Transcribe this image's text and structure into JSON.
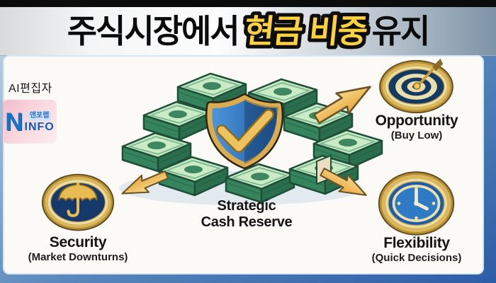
{
  "title": {
    "prefix": "주식시장에서",
    "highlight": "현금 비중",
    "suffix": "유지"
  },
  "watermark": {
    "editor": "AI편집자",
    "logo_letter": "N",
    "logo_korean": "앤포랩",
    "logo_info": "INFO"
  },
  "diagram": {
    "center_label_line1": "Strategic",
    "center_label_line2": "Cash Reserve",
    "nodes": {
      "opportunity": {
        "label": "Opportunity",
        "sublabel": "(Buy Low)",
        "icon": "target-icon"
      },
      "security": {
        "label": "Security",
        "sublabel": "(Market Downturns)",
        "icon": "umbrella-icon"
      },
      "flexibility": {
        "label": "Flexibility",
        "sublabel": "(Quick Decisions)",
        "icon": "clock-icon"
      }
    }
  },
  "colors": {
    "highlight_yellow": "#ffd23e",
    "frame_blue": "#3f71ad",
    "badge_gold": "#d9b85c",
    "badge_navy": "#16396b",
    "cash_green": "#35845d",
    "arrow_gold": "#edb04a",
    "shield_blue": "#2e6fb4"
  }
}
